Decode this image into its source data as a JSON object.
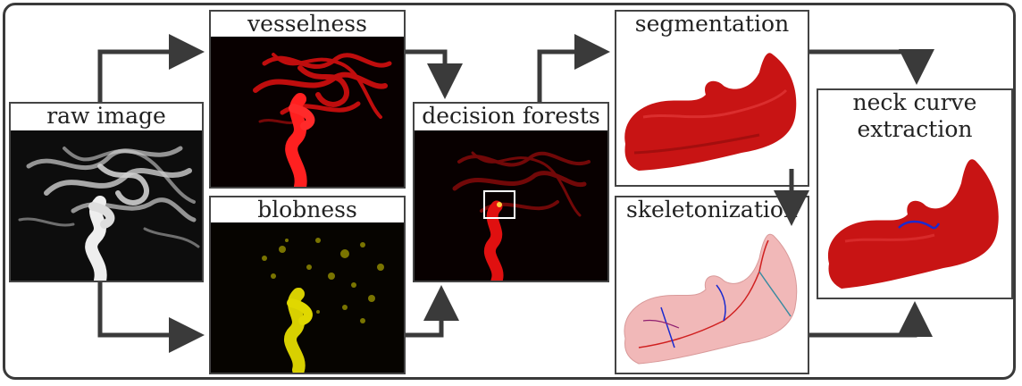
{
  "stages": {
    "raw": {
      "title": "raw image",
      "icon": "grayscale-angiogram-image"
    },
    "vesselness": {
      "title": "vesselness",
      "icon": "red-vessel-map-image"
    },
    "blobness": {
      "title": "blobness",
      "icon": "yellow-blob-map-image"
    },
    "forests": {
      "title": "decision forests",
      "icon": "detection-map-image"
    },
    "segmentation": {
      "title": "segmentation",
      "icon": "red-3d-mesh-image"
    },
    "skeleton": {
      "title": "skeletonization",
      "icon": "translucent-mesh-skeleton-image"
    },
    "neck": {
      "title_line1": "neck curve",
      "title_line2": "extraction",
      "icon": "mesh-with-neck-curve-image"
    }
  },
  "colors": {
    "frame": "#3a3a3a",
    "arrow": "#3a3a3a",
    "vessel_red": "#e01010",
    "blob_yellow": "#d8d000",
    "mesh_red": "#c81414",
    "neck_curve": "#1a2ad0"
  }
}
